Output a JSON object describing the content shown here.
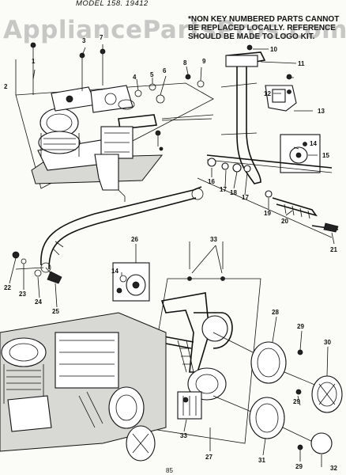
{
  "header": {
    "model": "MODEL 158. 19412",
    "note": "*NON KEY NUMBERED PARTS CANNOT BE REPLACED LOCALLY. REFERENCE SHOULD BE MADE TO LOGO KIT."
  },
  "watermark": "AppliancePartsPros.com",
  "page_number": "85",
  "callouts": {
    "c1": "1",
    "c2": "2",
    "c3": "3",
    "c4": "4",
    "c5": "5",
    "c6": "6",
    "c7": "7",
    "c8": "8",
    "c9": "9",
    "c10": "10",
    "c11": "11",
    "c12": "12",
    "c13": "13",
    "c14a": "14",
    "c14b": "14",
    "c15": "15",
    "c16": "16",
    "c17a": "17",
    "c17b": "17",
    "c18": "18",
    "c19": "19",
    "c20": "20",
    "c21": "21",
    "c22": "22",
    "c23": "23",
    "c24": "24",
    "c25": "25",
    "c26": "26",
    "c27": "27",
    "c28": "28",
    "c29a": "29",
    "c29b": "29",
    "c29c": "29",
    "c30": "30",
    "c31": "31",
    "c32": "32",
    "c33a": "33",
    "c33b": "33"
  }
}
